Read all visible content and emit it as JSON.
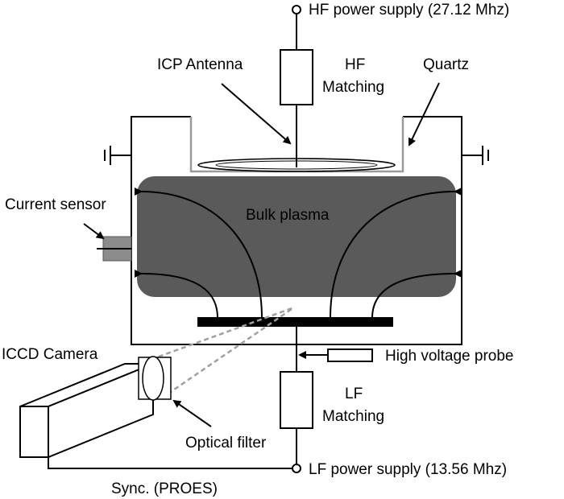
{
  "labels": {
    "hf_supply": "HF power supply (27.12 Mhz)",
    "icp_antenna": "ICP Antenna",
    "hf_matching_line1": "HF",
    "hf_matching_line2": "Matching",
    "quartz": "Quartz",
    "current_sensor": "Current sensor",
    "bulk_plasma": "Bulk plasma",
    "iccd_camera": "ICCD Camera",
    "hv_probe": "High voltage probe",
    "lf_matching_line1": "LF",
    "lf_matching_line2": "Matching",
    "optical_filter": "Optical filter",
    "lf_supply": "LF power supply (13.56 Mhz)",
    "sync": "Sync. (PROES)"
  },
  "colors": {
    "plasma": "#5a5a5a",
    "quartz": "#9a9a9a",
    "sensor": "#8c8c8c",
    "line": "#000000"
  }
}
